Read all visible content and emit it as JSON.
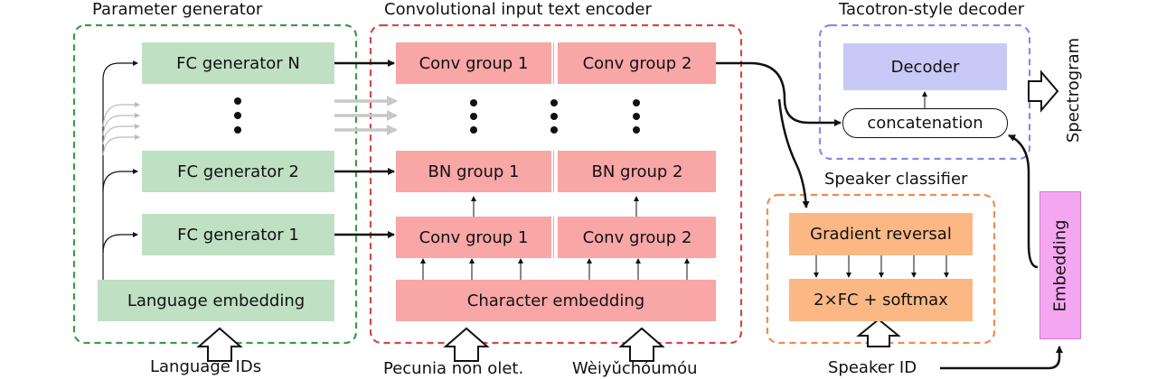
{
  "groups": {
    "parameter_generator": "Parameter generator",
    "text_encoder": "Convolutional input text encoder",
    "decoder": "Tacotron-style decoder",
    "speaker_classifier": "Speaker classifier"
  },
  "generator": {
    "fc_n": "FC generator N",
    "fc_2": "FC generator 2",
    "fc_1": "FC generator 1",
    "language_embedding": "Language embedding"
  },
  "encoder": {
    "conv_group_1_top": "Conv group 1",
    "conv_group_2_top": "Conv group 2",
    "bn_group_1": "BN group 1",
    "bn_group_2": "BN group 2",
    "conv_group_1": "Conv group 1",
    "conv_group_2": "Conv group 2",
    "character_embedding": "Character embedding"
  },
  "decoder_block": {
    "decoder": "Decoder",
    "concatenation": "concatenation"
  },
  "classifier": {
    "gradient_reversal": "Gradient reversal",
    "fc_softmax": "2×FC + softmax"
  },
  "embedding": "Embedding",
  "outputs": {
    "spectrogram": "Spectrogram"
  },
  "inputs": {
    "language_ids": "Language IDs",
    "text_latin": "Pecunia non olet.",
    "text_pinyin": "Wèiyǔchóumóu",
    "speaker_id": "Speaker ID"
  },
  "colors": {
    "generator_border": "#3d9a4a",
    "encoder_border": "#d04a4a",
    "decoder_border": "#8a8ae8",
    "classifier_border": "#f08a50"
  }
}
